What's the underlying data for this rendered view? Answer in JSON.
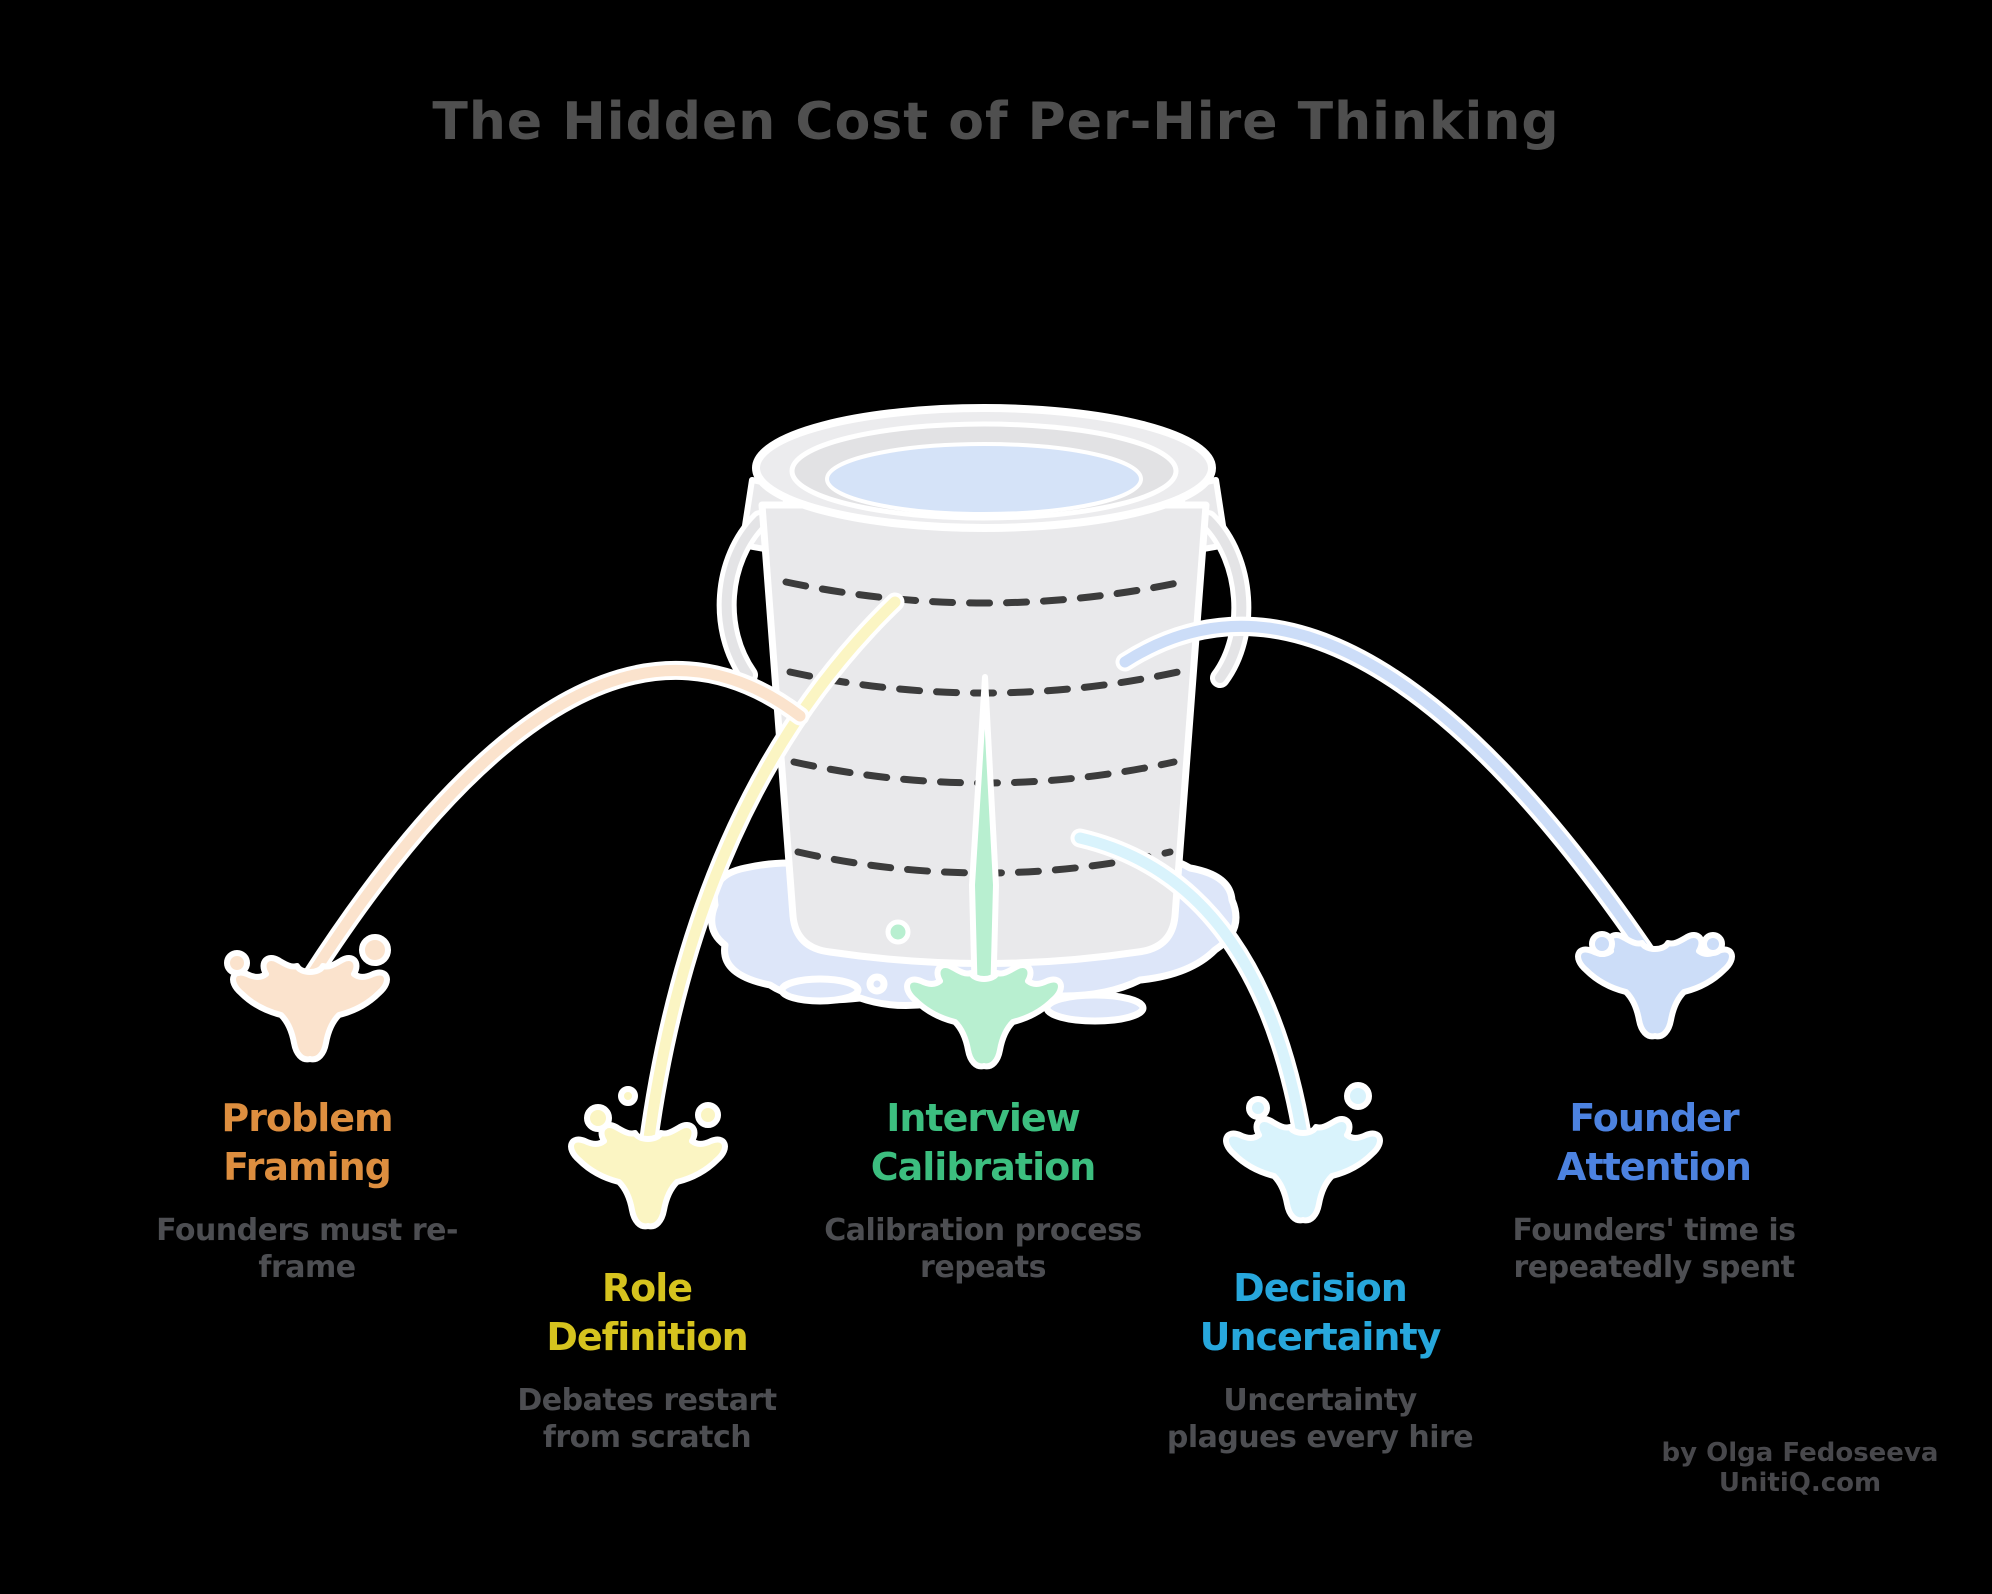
{
  "title": "The Hidden Cost of Per-Hire Thinking",
  "title_color": "#4F4F4F",
  "desc_color": "#4D4E52",
  "attribution": {
    "text": "by Olga Fedoseeva\nUnitiQ.com",
    "color": "#48484C"
  },
  "bucket": {
    "body_color": "#E9E9EB",
    "rim_color": "#ECECEE",
    "inner_color": "#E2E2E4",
    "water_color": "#D5E3F8",
    "handle_color": "#E4E4E6",
    "outline_color": "#FFFFFF",
    "dash_color": "#3C3C3C",
    "puddle_color": "#DDE6F9"
  },
  "leaks": [
    {
      "id": "problem-framing",
      "label": "Problem\nFraming",
      "description": "Founders must re-\nframe",
      "color": "#DD8E3F",
      "splash_color": "#FBE3CD"
    },
    {
      "id": "role-definition",
      "label": "Role\nDefinition",
      "description": "Debates restart\nfrom scratch",
      "color": "#D6C31E",
      "splash_color": "#FBF5C3"
    },
    {
      "id": "interview-calibration",
      "label": "Interview\nCalibration",
      "description": "Calibration process\nrepeats",
      "color": "#3CBE7F",
      "splash_color": "#B8EFD0"
    },
    {
      "id": "decision-uncertainty",
      "label": "Decision\nUncertainty",
      "description": "Uncertainty\nplagues every hire",
      "color": "#27A7DC",
      "splash_color": "#D9F3FC"
    },
    {
      "id": "founder-attention",
      "label": "Founder\nAttention",
      "description": "Founders' time is\nrepeatedly spent",
      "color": "#4C82E0",
      "splash_color": "#CCDDF8"
    }
  ]
}
